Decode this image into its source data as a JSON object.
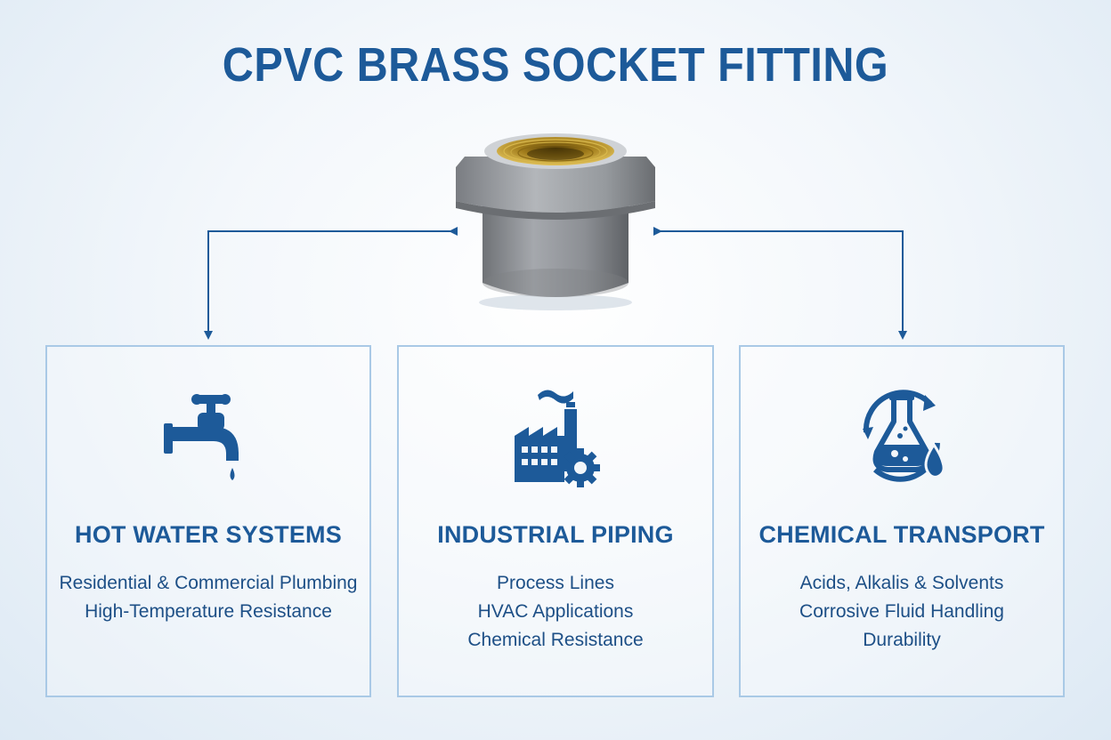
{
  "title": "CPVC BRASS SOCKET FITTING",
  "colors": {
    "accent": "#1d5a99",
    "text": "#1d4f86",
    "card_border": "#a9c9e6",
    "fitting_gray": "#8e9196",
    "brass": "#b8922a"
  },
  "product_image": "cpvc-brass-socket-fitting",
  "cards": [
    {
      "icon": "faucet-icon",
      "title": "HOT WATER SYSTEMS",
      "items": [
        "Residential & Commercial Plumbing",
        "High-Temperature Resistance"
      ]
    },
    {
      "icon": "factory-gear-icon",
      "title": "INDUSTRIAL PIPING",
      "items": [
        "Process Lines",
        "HVAC Applications",
        "Chemical Resistance"
      ]
    },
    {
      "icon": "chemical-flask-icon",
      "title": "CHEMICAL TRANSPORT",
      "items": [
        "Acids, Alkalis & Solvents",
        "Corrosive Fluid Handling",
        "Durability"
      ]
    }
  ]
}
